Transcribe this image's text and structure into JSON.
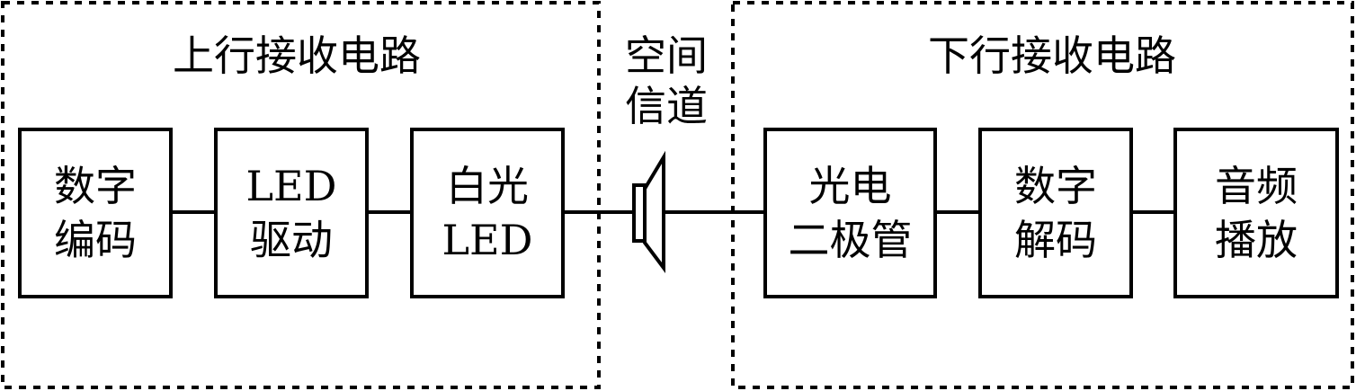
{
  "uplink": {
    "title": "上行接收电路",
    "blocks": [
      {
        "line1": "数字",
        "line2": "编码"
      },
      {
        "line1": "LED",
        "line2": "驱动"
      },
      {
        "line1": "白光",
        "line2": "LED"
      }
    ]
  },
  "channel": {
    "line1": "空间",
    "line2": "信道",
    "icon": "speaker-icon"
  },
  "downlink": {
    "title": "下行接收电路",
    "blocks": [
      {
        "line1": "光电",
        "line2": "二极管"
      },
      {
        "line1": "数字",
        "line2": "解码"
      },
      {
        "line1": "音频",
        "line2": "播放"
      }
    ]
  }
}
